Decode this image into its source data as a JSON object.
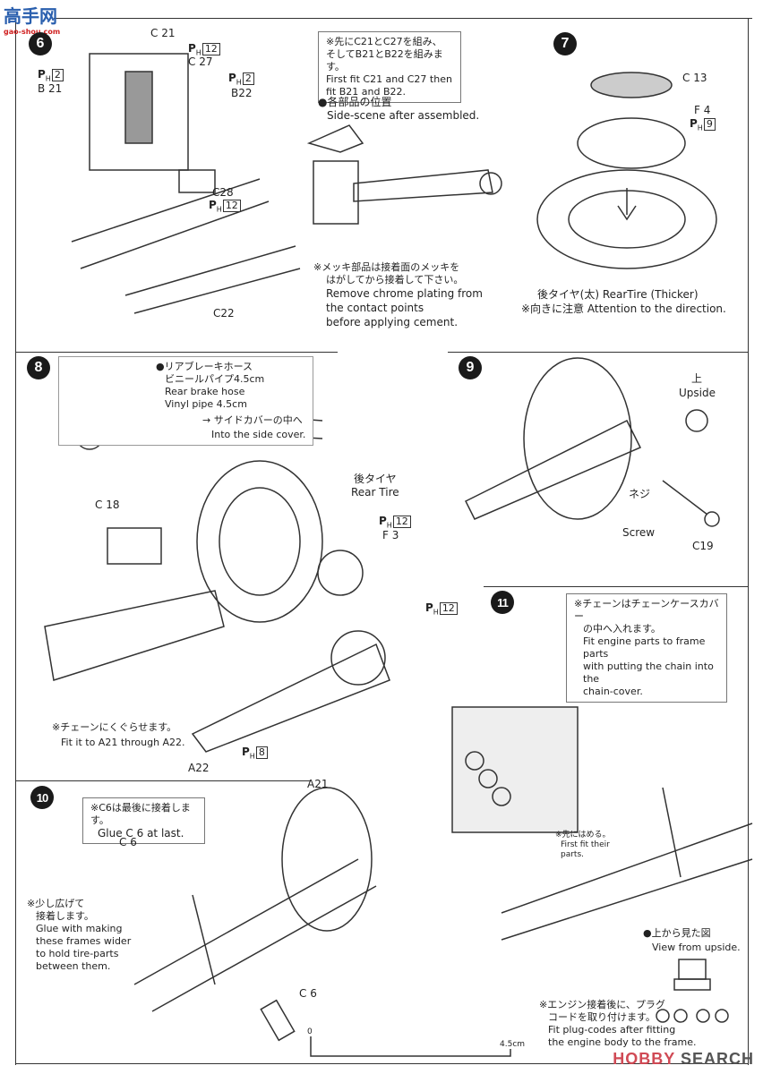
{
  "logo": {
    "text": "高手网",
    "url_text": "gao-shou.com"
  },
  "watermark": {
    "brand_prefix": "HOBBY",
    "brand_suffix": "SEARCH"
  },
  "steps": {
    "s6": {
      "number": "6",
      "labels": [
        "C 21",
        "C 27",
        "B 21",
        "B22",
        "C28",
        "C22"
      ],
      "ph": [
        "12",
        "2",
        "2",
        "12"
      ],
      "note": [
        "※先にC21とC27を組み、",
        "そしてB21とB22を組みます。",
        "First fit C21 and C27 then",
        "fit B21 and B22."
      ],
      "side_title": "●各部品の位置",
      "side_sub": "Side-scene after assembled.",
      "chrome_note": [
        "※メッキ部品は接着面のメッキを",
        "はがしてから接着して下さい。",
        "Remove chrome plating from",
        "the contact points",
        "before applying cement."
      ]
    },
    "s7": {
      "number": "7",
      "labels": [
        "C 13",
        "F 4"
      ],
      "ph": [
        "9"
      ],
      "caption": [
        "後タイヤ(太) RearTire (Thicker)",
        "※向きに注意 Attention to the direction."
      ]
    },
    "s8": {
      "number": "8",
      "labels": [
        "C 18",
        "後タイヤ",
        "Rear Tire",
        "F 3",
        "A22",
        "A21"
      ],
      "ph": [
        "12",
        "12",
        "8"
      ],
      "hose_note": [
        "●リアブレーキホース",
        "ビニールパイプ4.5cm",
        "Rear brake hose",
        "Vinyl pipe 4.5cm"
      ],
      "side_cover": [
        "→ サイドカバーの中へ",
        "Into the side cover."
      ],
      "chain_note": [
        "※チェーンにくぐらせます。",
        "Fit it to A21 through A22."
      ]
    },
    "s9": {
      "number": "9",
      "labels": [
        "上",
        "Upside",
        "ネジ",
        "Screw",
        "C19"
      ]
    },
    "s10": {
      "number": "10",
      "labels": [
        "C 6",
        "C 6"
      ],
      "note": [
        "※C6は最後に接着します。",
        "Glue C 6 at last."
      ],
      "frame_note": [
        "※少し広げて",
        "接着します。",
        "Glue with making",
        "these frames wider",
        "to hold tire-parts",
        "between them."
      ],
      "scale": [
        "0",
        "4.5cm"
      ]
    },
    "s11": {
      "number": "11",
      "note": [
        "※チェーンはチェーンケースカバー",
        "の中へ入れます。",
        "Fit engine parts to frame parts",
        "with putting the chain into the",
        "chain-cover."
      ],
      "first_fit": [
        "※先にはめる。",
        "First fit their",
        "parts."
      ],
      "view_title": "●上から見た図",
      "view_sub": "View from upside.",
      "plug_note": [
        "※エンジン接着後に、プラグ",
        "コードを取り付けます。",
        "Fit plug-codes after fitting",
        "the engine body to the frame."
      ]
    }
  }
}
